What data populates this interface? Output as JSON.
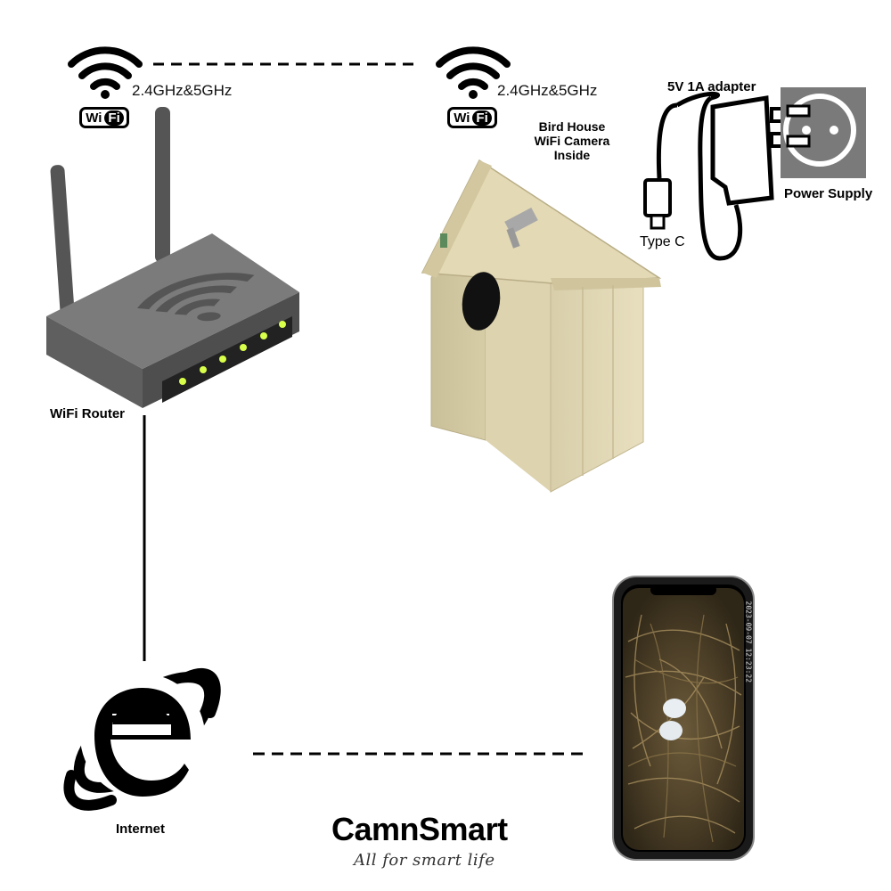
{
  "router": {
    "label": "WiFi Router",
    "frequency": "2.4GHz&5GHz",
    "badge_wi": "Wi",
    "badge_fi": "Fi"
  },
  "camera": {
    "frequency": "2.4GHz&5GHz",
    "badge_wi": "Wi",
    "badge_fi": "Fi",
    "label_line1": "Bird House",
    "label_line2": "WiFi Camera",
    "label_line3": "Inside"
  },
  "adapter": {
    "label": "5V 1A adapter",
    "connector_label": "Type C",
    "power_label": "Power Supply"
  },
  "internet": {
    "label": "Internet",
    "icon": "internet-explorer-icon"
  },
  "phone": {
    "overlay_text": "2023-09-07 12:23:22"
  },
  "brand": {
    "name": "CamnSmart",
    "tagline": "All for smart life"
  },
  "colors": {
    "router_body": "#6e6e6e",
    "led": "#d8ff4a",
    "wood": "#e3d9b4",
    "power_bg": "#7a7a7a"
  }
}
